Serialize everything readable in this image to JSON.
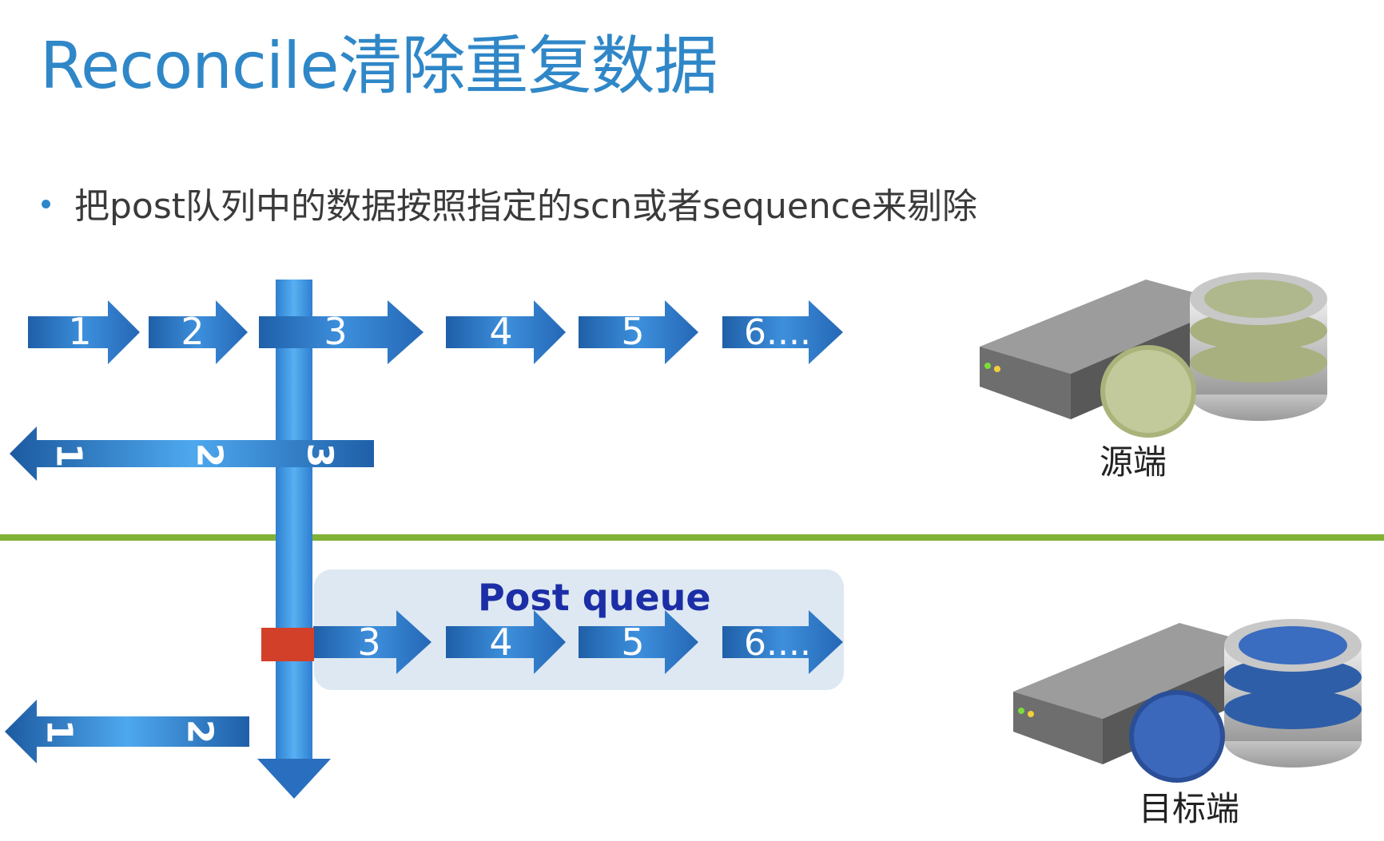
{
  "title": "Reconcile清除重复数据",
  "bullet": "把post队列中的数据按照指定的scn或者sequence来剔除",
  "source_label": "源端",
  "target_label": "目标端",
  "post_queue_label": "Post queue",
  "source_flow": {
    "forward_labels": [
      "1",
      "2",
      "3",
      "4",
      "5",
      "6...."
    ],
    "return_labels": [
      "1",
      "2",
      "3"
    ]
  },
  "target_flow": {
    "forward_labels": [
      "3",
      "4",
      "5",
      "6...."
    ],
    "return_labels": [
      "1",
      "2"
    ]
  },
  "colors": {
    "title": "#2f87c8",
    "arrow_dark": "#1f5fa8",
    "arrow_light": "#4ea8ee",
    "divider": "#7fb235",
    "queue_bg": "#dde8f2",
    "queue_text": "#1c2ea6",
    "marker": "#d2402a"
  }
}
